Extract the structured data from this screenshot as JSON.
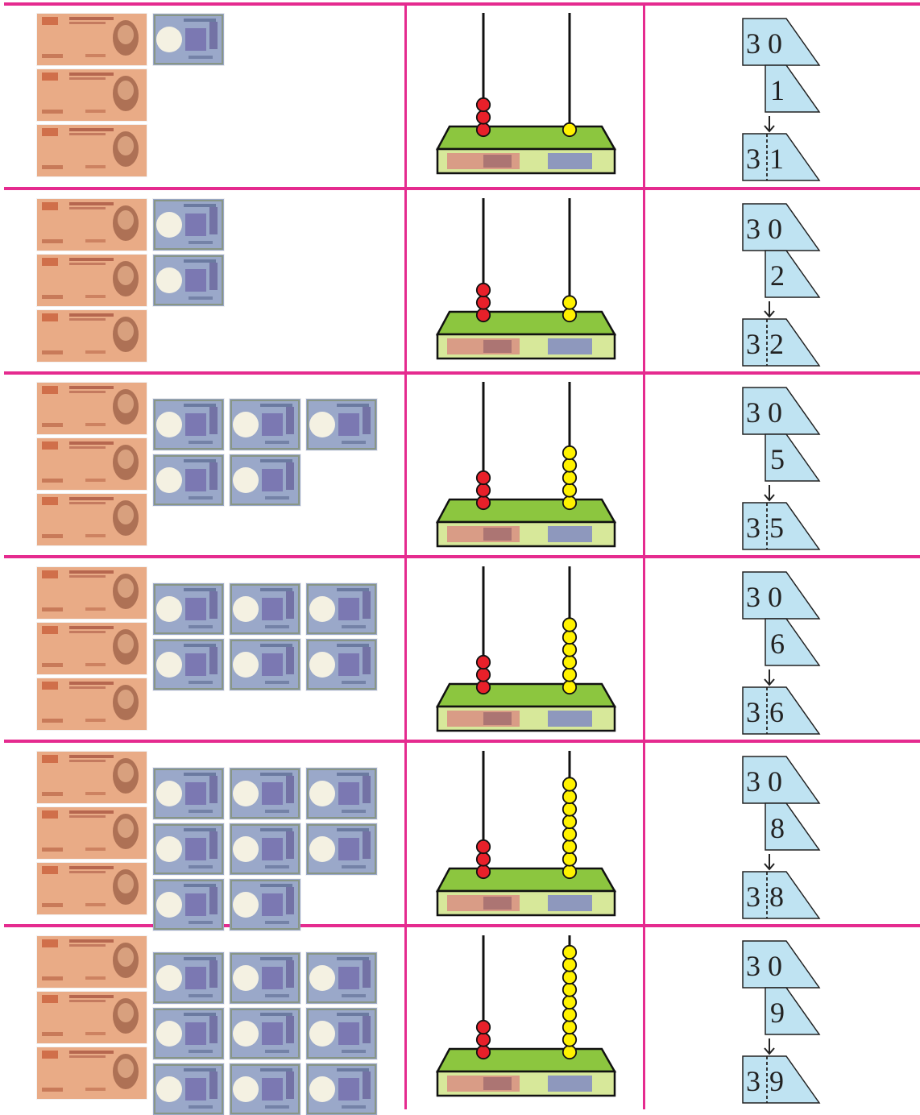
{
  "colors": {
    "rule": "#e52b8f",
    "bead_tens": "#e8202a",
    "bead_ones": "#fff200",
    "abacus_top": "#8cc63f",
    "abacus_front": "#d7e89a",
    "card_fill": "#bfe3f2",
    "ten_rupee_note": "#e9ab86",
    "one_rupee_note": "#9aa8c9"
  },
  "icons": {
    "ten_note": "ten-rupee-note-icon",
    "one_note": "one-rupee-note-icon",
    "abacus": "abacus-icon",
    "arrow": "down-arrow-icon"
  },
  "rows": [
    {
      "tens": 3,
      "ones": 1,
      "tens_card": "3 0",
      "ones_card": "1",
      "combined_tens": "3",
      "combined_ones": "1"
    },
    {
      "tens": 3,
      "ones": 2,
      "tens_card": "3 0",
      "ones_card": "2",
      "combined_tens": "3",
      "combined_ones": "2"
    },
    {
      "tens": 3,
      "ones": 5,
      "tens_card": "3 0",
      "ones_card": "5",
      "combined_tens": "3",
      "combined_ones": "5"
    },
    {
      "tens": 3,
      "ones": 6,
      "tens_card": "3 0",
      "ones_card": "6",
      "combined_tens": "3",
      "combined_ones": "6"
    },
    {
      "tens": 3,
      "ones": 8,
      "tens_card": "3 0",
      "ones_card": "8",
      "combined_tens": "3",
      "combined_ones": "8"
    },
    {
      "tens": 3,
      "ones": 9,
      "tens_card": "3 0",
      "ones_card": "9",
      "combined_tens": "3",
      "combined_ones": "9"
    }
  ]
}
